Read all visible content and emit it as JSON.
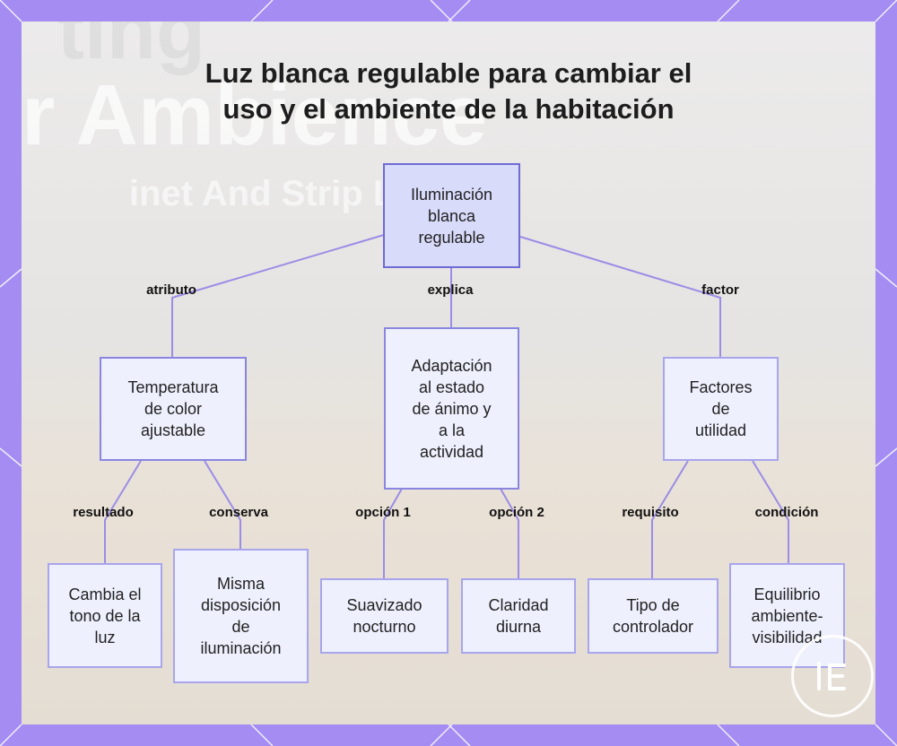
{
  "title": {
    "line1": "Luz blanca regulable para cambiar el",
    "line2": "uso y el ambiente de la habitación"
  },
  "background_text": {
    "line1": "ting",
    "line2": "r Ambience",
    "line3": "inet And Strip Li"
  },
  "nodes": {
    "root": [
      "Iluminación",
      "blanca",
      "regulable"
    ],
    "temperatura": [
      "Temperatura",
      "de color",
      "ajustable"
    ],
    "adaptacion": [
      "Adaptación",
      "al estado",
      "de ánimo y",
      "a la",
      "actividad"
    ],
    "factores": [
      "Factores",
      "de",
      "utilidad"
    ],
    "cambia": [
      "Cambia el",
      "tono de la",
      "luz"
    ],
    "misma": [
      "Misma",
      "disposición",
      "de",
      "iluminación"
    ],
    "suavizado": [
      "Suavizado",
      "nocturno"
    ],
    "claridad": [
      "Claridad",
      "diurna"
    ],
    "tipo": [
      "Tipo de",
      "controlador"
    ],
    "equilibrio": [
      "Equilibrio",
      "ambiente-",
      "visibilidad"
    ]
  },
  "edges": {
    "atributo": "atributo",
    "explica": "explica",
    "factor": "factor",
    "resultado": "resultado",
    "conserva": "conserva",
    "opcion1": "opción 1",
    "opcion2": "opción 2",
    "requisito": "requisito",
    "condicion": "condición"
  },
  "colors": {
    "frame": "#a48cf2",
    "edge": "#9b8ce6",
    "root_fill": "#d9dbfb",
    "node_fill": "#eef0fd",
    "node_border": "#a7a5ec"
  },
  "watermark_icon": "logo-icon"
}
